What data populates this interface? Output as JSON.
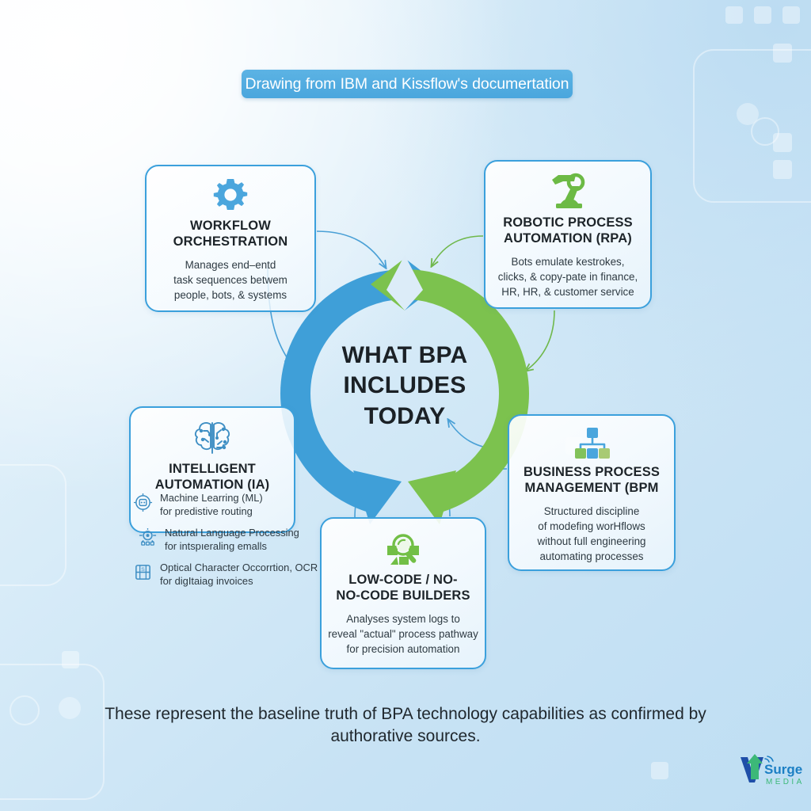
{
  "header": {
    "badge_label": "Drawing from IBM and Kissflow's documertation",
    "badge_color": "#4aa6dd"
  },
  "center": {
    "line1": "WHAT BPA",
    "line2": "INCLUDES",
    "line3": "TODAY",
    "arrow_blue": "#3f9fd8",
    "arrow_green": "#7cc24e"
  },
  "cards": [
    {
      "id": "workflow-orchestration",
      "icon": "gear-icon",
      "title_line1": "WORKFLOW",
      "title_line2": "ORCHESTRATION",
      "body_line1": "Manages end–entd",
      "body_line2": "task sequences betwem",
      "body_line3": "people, bots, & systems"
    },
    {
      "id": "robotic-process-automation",
      "icon": "robot-arm-icon",
      "title_line1": "ROBOTIC PROCESS",
      "title_line2": "AUTOMATION (RPA)",
      "body_line1": "Bots emulate kestrokes,",
      "body_line2": "clicks, & copy-pate in finance,",
      "body_line3": "HR, HR, & customer service"
    },
    {
      "id": "intelligent-automation",
      "icon": "ai-brain-icon",
      "title_line1": "INTELLIGENT",
      "title_line2": "AUTOMATION (IA)",
      "items": [
        {
          "icon": "ml-chip-icon",
          "line1": "Machine Learring (ML)",
          "line2": "for predistive routing"
        },
        {
          "icon": "nlp-node-icon",
          "line1": "Natural Language Processing",
          "line2": "for intspıeraling emalls"
        },
        {
          "icon": "ocr-scan-icon",
          "line1": "Optical Character Occorrtion, OCR",
          "line2": "for digItaiag invoices"
        }
      ]
    },
    {
      "id": "low-code-no-code-builders",
      "icon": "magnifier-blocks-icon",
      "title_line1": "LOW-CODE / NO-",
      "title_line2": "NO-CODE BUILDERS",
      "body_line1": "Analyses system logs to",
      "body_line2": "reveal \"actual\" process pathway",
      "body_line3": "for precision automation"
    },
    {
      "id": "business-process-management",
      "icon": "org-chart-icon",
      "title_line1": "BUSINESS PROCESS",
      "title_line2": "MANAGEMENT (BPM",
      "body_line1": "Structured discipline",
      "body_line2": "of modefing worHflows",
      "body_line3": "without full engineering",
      "body_line4": "automating processes"
    }
  ],
  "footer": {
    "line1": "These represent the baseline truth of BPA technology capabilities as confirmed by",
    "line2": "authorative sources."
  },
  "logo": {
    "mark": "V",
    "name": "Surge",
    "tagline": "MEDIA",
    "blue": "#1f4fa8",
    "green": "#3cb878",
    "text_blue": "#1c7fc4"
  }
}
